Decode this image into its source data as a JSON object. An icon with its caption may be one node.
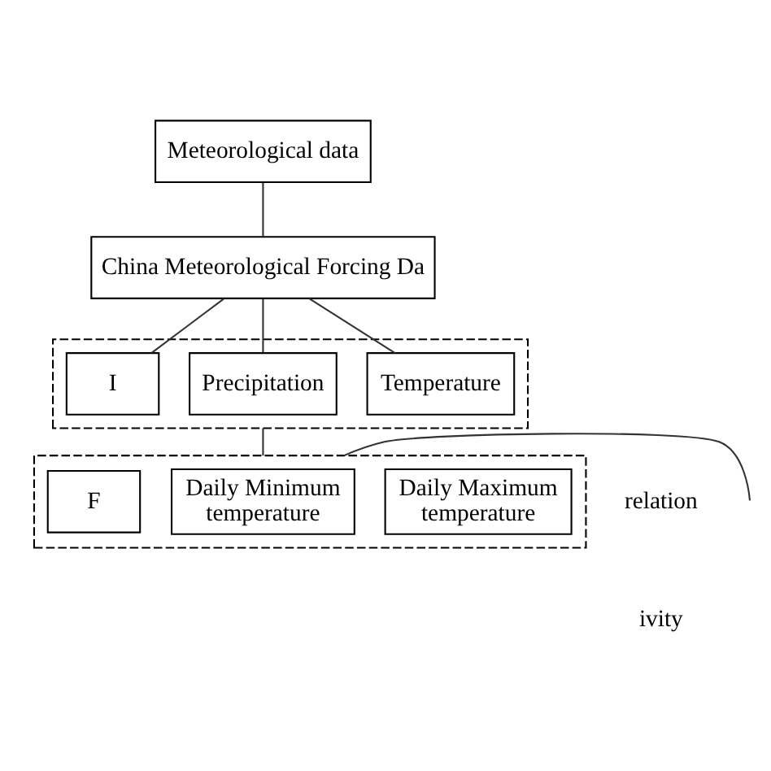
{
  "diagram": {
    "nodes": [
      {
        "text": [
          "Meteorological data"
        ]
      },
      {
        "text": [
          "China Meteorological Forcing Da"
        ]
      },
      {
        "text": [],
        "shape": "box"
      },
      {
        "text": [
          "Temperature"
        ],
        "in": 2
      },
      {
        "text": [
          "Precipitation"
        ],
        "in": 2
      },
      {
        "text": [
          "I"
        ],
        "in": 2
      },
      {
        "text": [],
        "shape": "box"
      },
      {
        "text": [
          "Daily Maximum temperature"
        ],
        "in": 6
      },
      {
        "text": [
          "Daily Minimum temperature"
        ],
        "in": 6
      },
      {
        "text": [
          "F"
        ],
        "in": 6
      }
    ],
    "edges": [
      {
        "from": 0,
        "to": 1,
        "arrow": "none"
      },
      {
        "from": 1,
        "to": 3,
        "arrow": "none"
      },
      {
        "from": 1,
        "to": 4,
        "arrow": "none"
      },
      {
        "from": 1,
        "to": 5,
        "arrow": "none"
      },
      {
        "from": 2,
        "to": 6,
        "arrow": "none"
      },
      {
        "from": null,
        "to": 6,
        "arrow": "none"
      }
    ],
    "labels": [
      "relation",
      "ivity"
    ]
  }
}
